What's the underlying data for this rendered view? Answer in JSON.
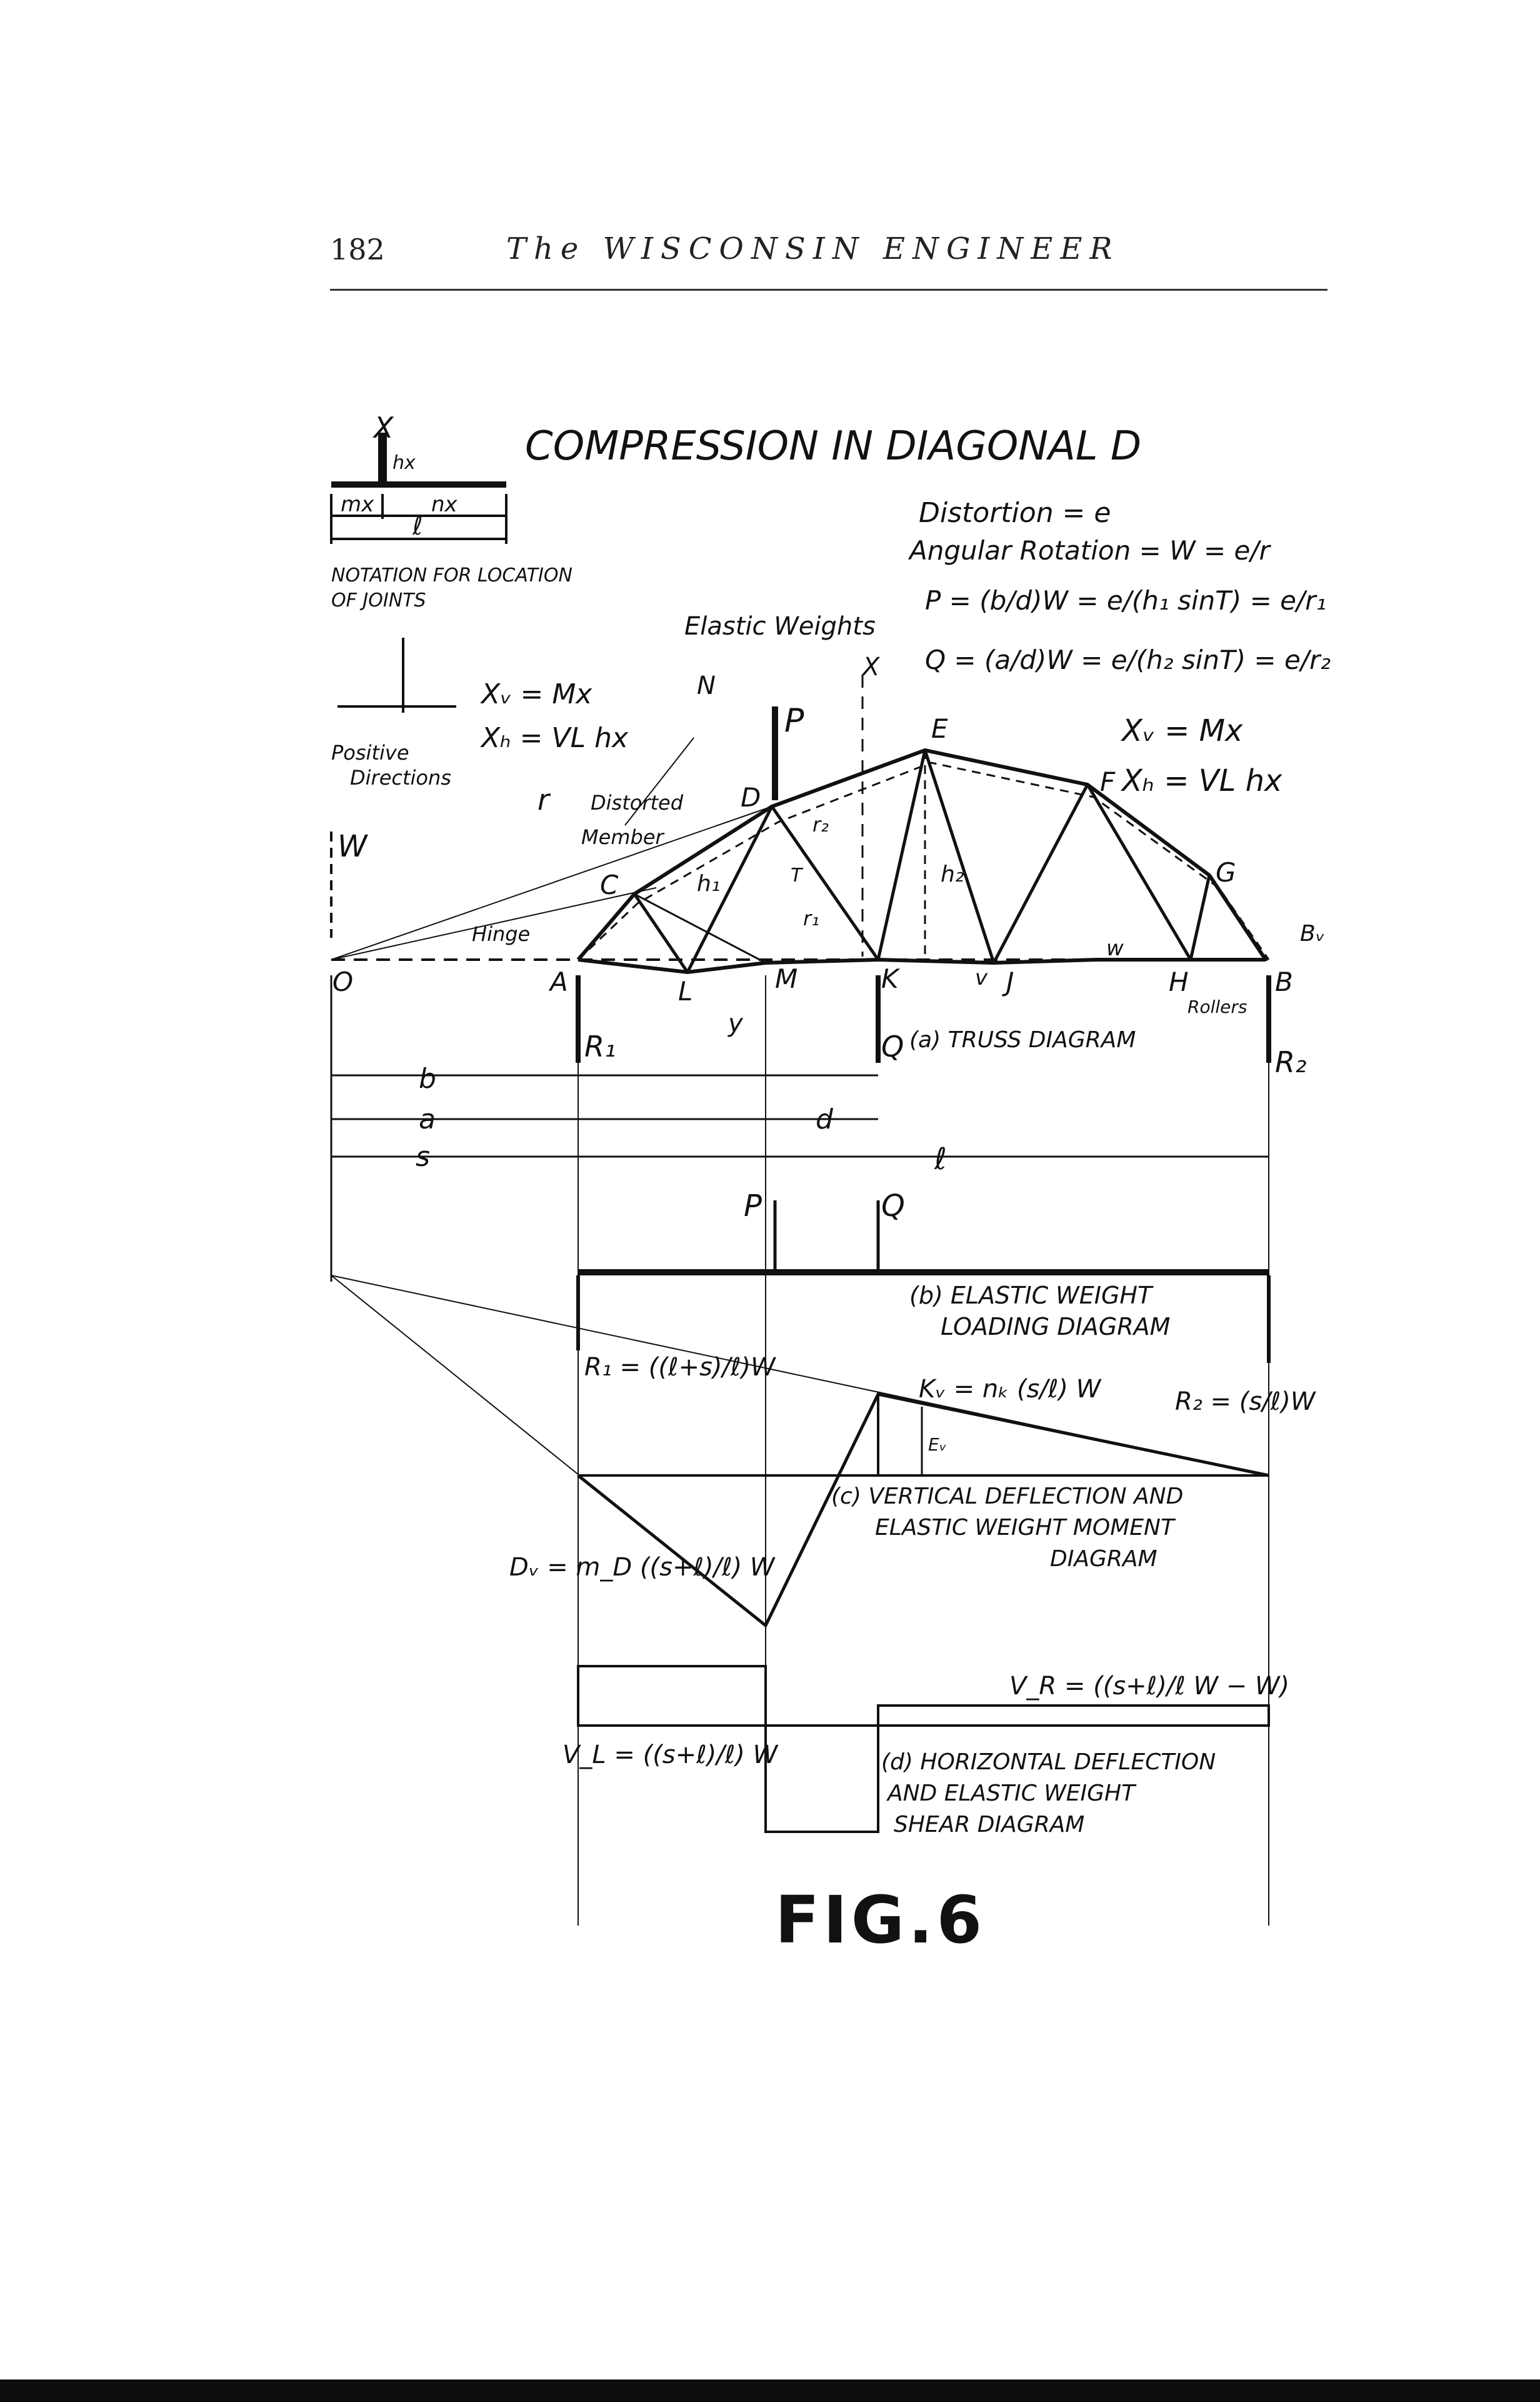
{
  "header": {
    "page_number": "182",
    "journal_title": "The WISCONSIN ENGINEER"
  },
  "figure": {
    "title": "COMPRESSION IN DIAGONAL D",
    "caption": "FIG.6",
    "notation": {
      "label_line1": "NOTATION FOR LOCATION",
      "label_line2": "OF JOINTS",
      "x": "X",
      "hx": "hx",
      "mx": "mx",
      "nx": "nx",
      "l": "ℓ"
    },
    "positive_directions": {
      "line1": "Positive",
      "line2": "Directions"
    },
    "equations": {
      "distortion": "Distortion = e",
      "angular_rotation": "Angular Rotation = W = e/r",
      "p_eq": "P = (b/d)W = e/(h₁ sinT) = e/r₁",
      "q_eq": "Q = (a/d)W = e/(h₂ sinT) = e/r₂",
      "xv_left": "Xᵥ = Mx",
      "xh_left": "Xₕ = VL hx",
      "xv_right": "Xᵥ = Mx",
      "xh_right": "Xₕ = VL hx",
      "elastic_weights": "Elastic Weights"
    },
    "truss_labels": {
      "O": "O",
      "A": "A",
      "L": "L",
      "M": "M",
      "K": "K",
      "J": "J",
      "H": "H",
      "B": "B",
      "C": "C",
      "D": "D",
      "E": "E",
      "F": "F",
      "G": "G",
      "N": "N",
      "X": "X",
      "P": "P",
      "W": "W",
      "r": "r",
      "h1": "h₁",
      "h2": "h₂",
      "r1": "r₁",
      "r2": "r₂",
      "T": "T",
      "y": "y",
      "v": "v",
      "w": "w",
      "Bv": "Bᵥ",
      "R1": "R₁",
      "R2": "R₂",
      "Q": "Q",
      "hinge": "Hinge",
      "rollers": "Rollers",
      "distorted_member_1": "Distorted",
      "distorted_member_2": "Member"
    },
    "dimensions": {
      "b": "b",
      "a": "a",
      "s": "s",
      "d": "d",
      "l": "ℓ"
    },
    "diagram_a": "(a) TRUSS DIAGRAM",
    "diagram_b_line1": "(b) ELASTIC WEIGHT",
    "diagram_b_line2": "LOADING DIAGRAM",
    "diagram_c_line1": "(c) VERTICAL DEFLECTION AND",
    "diagram_c_line2": "ELASTIC WEIGHT MOMENT",
    "diagram_c_line3": "DIAGRAM",
    "diagram_d_line1": "(d) HORIZONTAL DEFLECTION",
    "diagram_d_line2": "AND ELASTIC WEIGHT",
    "diagram_d_line3": "SHEAR DIAGRAM",
    "load_labels": {
      "P": "P",
      "Q": "Q",
      "R1_eq": "R₁ = ((ℓ+s)/ℓ)W",
      "R2_eq": "R₂ = (s/ℓ)W",
      "Kv_eq": "Kᵥ = nₖ (s/ℓ) W",
      "Ev": "Eᵥ",
      "Dv_eq": "Dᵥ = m_D ((s+ℓ)/ℓ) W",
      "VR_eq": "V_R = ((s+ℓ)/ℓ W − W)",
      "VL_eq": "V_L = ((s+ℓ)/ℓ) W"
    }
  }
}
